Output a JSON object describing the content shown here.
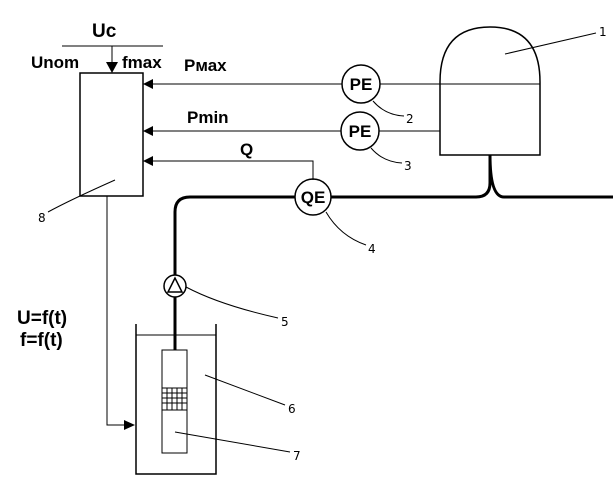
{
  "labels": {
    "uc": "Uc",
    "unom": "Unom",
    "fmax": "fmax",
    "pmax": "Pмах",
    "pmin": "Pmin",
    "q": "Q",
    "u_ft": "U=f(t)",
    "f_ft": "f=f(t)"
  },
  "sensors": {
    "pe_top": "PE",
    "pe_bottom": "PE",
    "qe": "QE"
  },
  "callouts": {
    "n1": "1",
    "n2": "2",
    "n3": "3",
    "n4": "4",
    "n5": "5",
    "n6": "6",
    "n7": "7",
    "n8": "8"
  }
}
